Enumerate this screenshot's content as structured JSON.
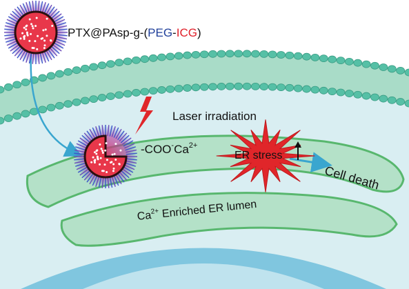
{
  "nanoparticle_label": {
    "prefix": "PTX@PAsp-g-(",
    "peg": "PEG",
    "dash": "-",
    "icg": "ICG",
    "suffix": ")"
  },
  "laser_label": "Laser irradiation",
  "coo_label": {
    "base": "-COO",
    "sup1": "-",
    "ion": "Ca",
    "sup2": "2+"
  },
  "er_stress_label": "ER stress",
  "cell_death_label": "Cell death",
  "er_lumen_label": {
    "ion": "Ca",
    "sup": "2+",
    "rest": " Enriched ER lumen"
  },
  "colors": {
    "membrane_band": "#a9dcc8",
    "lipid_head": "#56c0a6",
    "cytoplasm": "#d9eef2",
    "er_fill": "#b4e1c8",
    "er_stroke": "#58b76e",
    "nucleus": "#80c6df",
    "starburst": "#e0262a",
    "arrow": "#3aa6cf",
    "lightning": "#e0262a",
    "nanoparticle_core": "#e8374a",
    "nanoparticle_corona": "#3b55c8"
  }
}
